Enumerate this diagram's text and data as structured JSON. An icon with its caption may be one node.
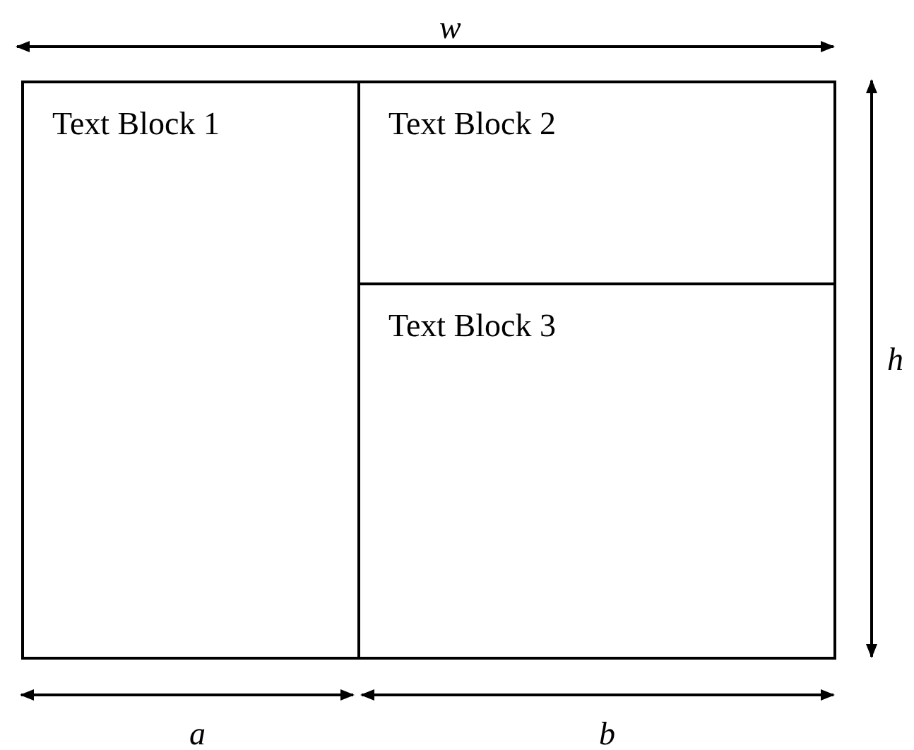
{
  "diagram": {
    "nodes": [
      {
        "text": [
          "Text Block 1"
        ]
      },
      {
        "text": [
          "Text Block 2"
        ]
      },
      {
        "text": [
          "Text Block 3"
        ]
      }
    ],
    "labels": [
      "w",
      "h",
      "a",
      "b"
    ]
  }
}
